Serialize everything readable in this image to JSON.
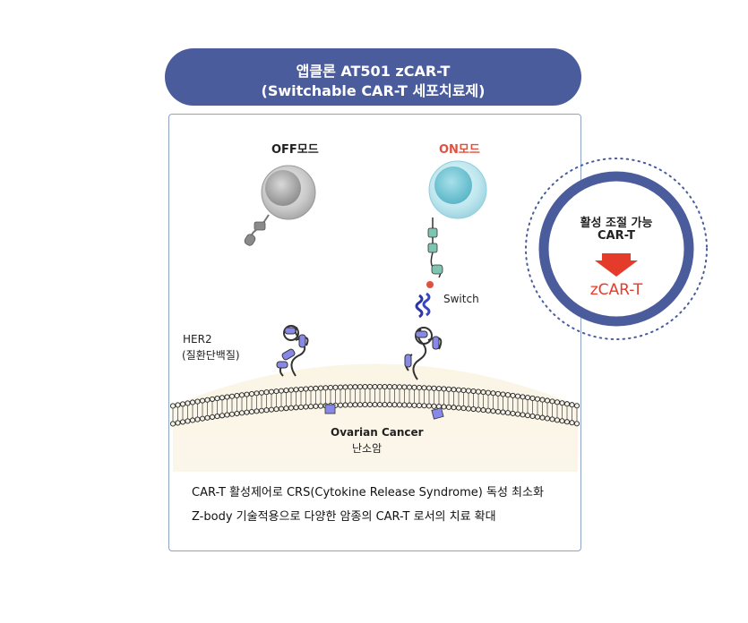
{
  "title": {
    "line1": "앱클론  AT501 zCAR-T",
    "line2": "(Switchable CAR-T 세포치료제)"
  },
  "modes": {
    "off": "OFF모드",
    "on": "ON모드"
  },
  "labels": {
    "switch": "Switch",
    "her2_line1": "HER2",
    "her2_line2": "(질환단백질)",
    "cancer_en": "Ovarian Cancer",
    "cancer_ko": "난소암"
  },
  "captions": [
    "CAR-T 활성제어로 CRS(Cytokine Release Syndrome) 독성 최소화",
    "Z-body 기술적용으로  다양한 암종의 CAR-T 로서의  치료 확대"
  ],
  "callout": {
    "line1": "활성 조절 가능",
    "line2": "CAR-T",
    "product": "zCAR-T"
  },
  "colors": {
    "title_bg": "#4a5c9c",
    "on_mode": "#e0513f",
    "ring": "#4a5c9c",
    "arrow": "#e53b2a",
    "product": "#e53b2a"
  }
}
